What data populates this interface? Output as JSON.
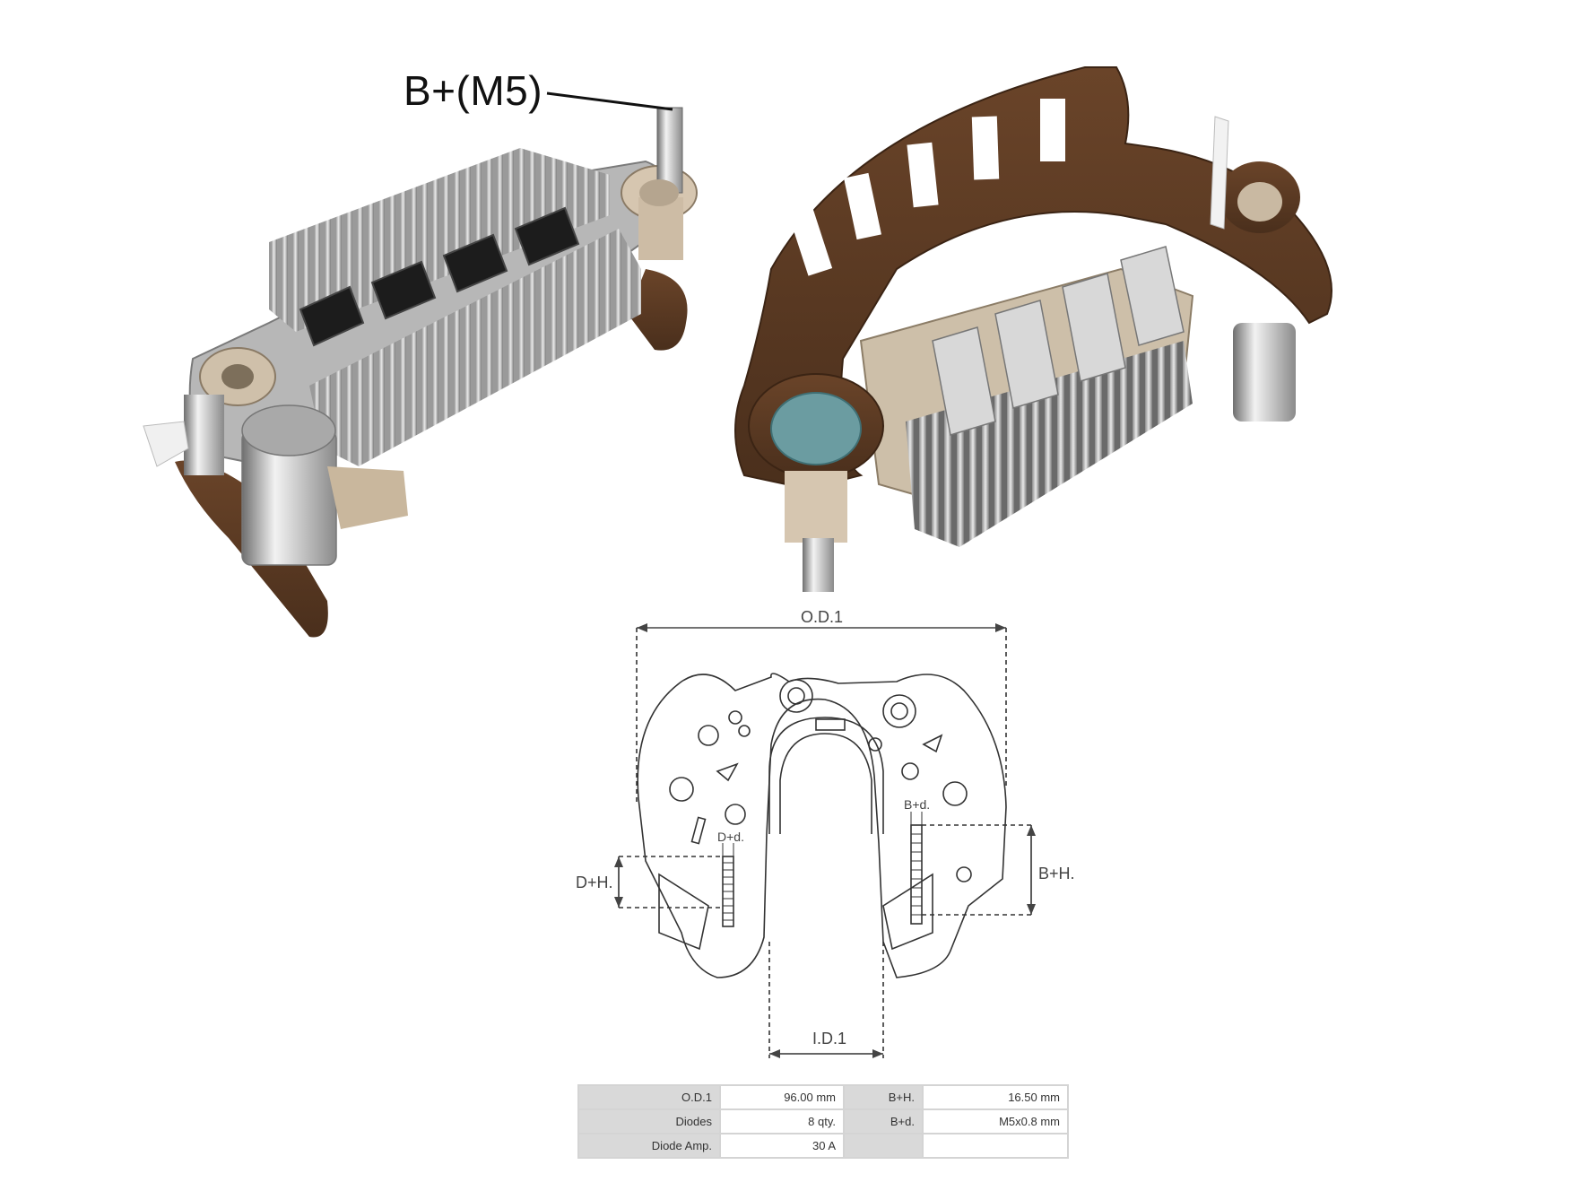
{
  "callout": {
    "label": "B+(M5)"
  },
  "diagram": {
    "od_label": "O.D.1",
    "id_label": "I.D.1",
    "bh_label": "B+H.",
    "bd_label": "B+d.",
    "dh_label": "D+H.",
    "dd_label": "D+d."
  },
  "specs": {
    "rows": [
      [
        {
          "k": "O.D.1",
          "v": "96.00 mm"
        },
        {
          "k": "B+H.",
          "v": "16.50 mm"
        }
      ],
      [
        {
          "k": "Diodes",
          "v": "8 qty."
        },
        {
          "k": "B+d.",
          "v": "M5x0.8 mm"
        }
      ],
      [
        {
          "k": "Diode Amp.",
          "v": "30 A"
        },
        {
          "k": "",
          "v": ""
        }
      ]
    ]
  },
  "colors": {
    "plastic": "#5b3a22",
    "metal": "#b9b9b9",
    "insulator": "#d8cbb8"
  }
}
